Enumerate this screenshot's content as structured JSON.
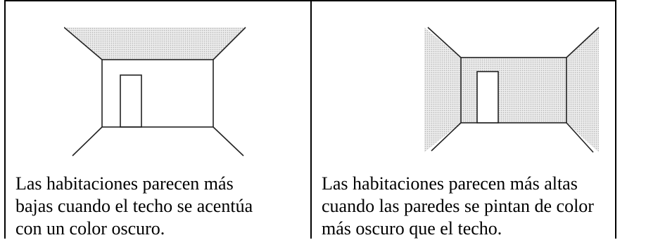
{
  "panels": [
    {
      "caption": "Las habitaciones parecen más\nbajas cuando el techo se acentúa\ncon un color oscuro.",
      "illustration": "room-with-dark-ceiling",
      "shade_color": "#d9d9d9"
    },
    {
      "caption": "Las habitaciones parecen más altas\ncuando las paredes se pintan de color\nmás oscuro que el techo.",
      "illustration": "room-with-dark-walls",
      "shade_color": "#d9d9d9"
    }
  ]
}
